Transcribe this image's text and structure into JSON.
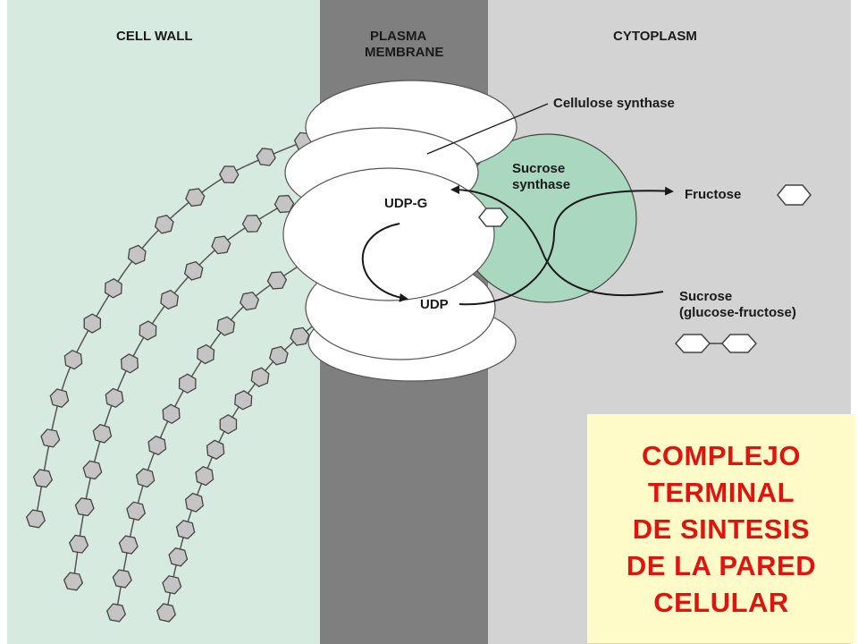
{
  "regions": {
    "cell_wall": "CELL WALL",
    "plasma_membrane_line1": "PLASMA",
    "plasma_membrane_line2": "MEMBRANE",
    "cytoplasm": "CYTOPLASM"
  },
  "labels": {
    "cellulose_synthase": "Cellulose synthase",
    "sucrose_synthase_line1": "Sucrose",
    "sucrose_synthase_line2": "synthase",
    "udp_g": "UDP-G",
    "udp": "UDP",
    "fructose": "Fructose",
    "sucrose_line1": "Sucrose",
    "sucrose_line2": "(glucose-fructose)"
  },
  "caption": {
    "lines": [
      "COMPLEJO",
      "TERMINAL",
      "DE SINTESIS",
      "DE LA PARED",
      "CELULAR"
    ]
  },
  "colors": {
    "cell_wall_bg": "#d6eadf",
    "membrane_bg": "#7f7f7f",
    "cytoplasm_bg": "#d3d3d3",
    "sucrose_synthase_fill": "#a9d7c0",
    "caption_text": "#e0140f",
    "caption_bg": "#fffbc8"
  }
}
